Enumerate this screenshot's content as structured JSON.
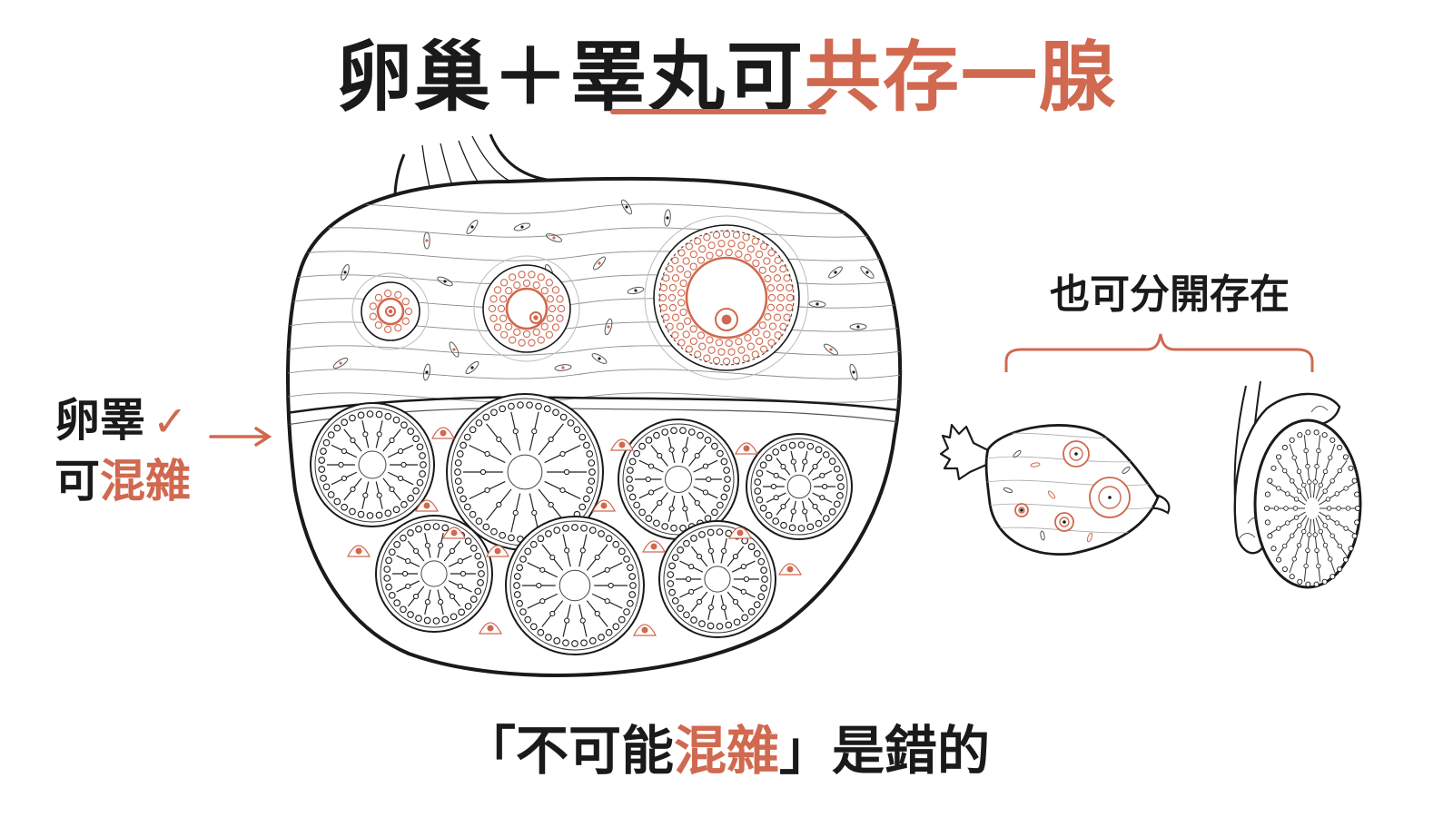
{
  "title": {
    "part_dark": "卵巢＋睪丸可",
    "part_accent": "共存一腺"
  },
  "left_label": {
    "line1": "卵睪",
    "check": "✓",
    "line2_prefix": "可",
    "line2_accent": "混雜"
  },
  "right_label": "也可分開存在",
  "bottom_caption": {
    "open_quote": "「",
    "prefix": "不可能",
    "accent": "混雜",
    "suffix": "」是錯的"
  },
  "colors": {
    "accent": "#d0694f",
    "ink": "#1a1a1a",
    "background": "#ffffff"
  }
}
